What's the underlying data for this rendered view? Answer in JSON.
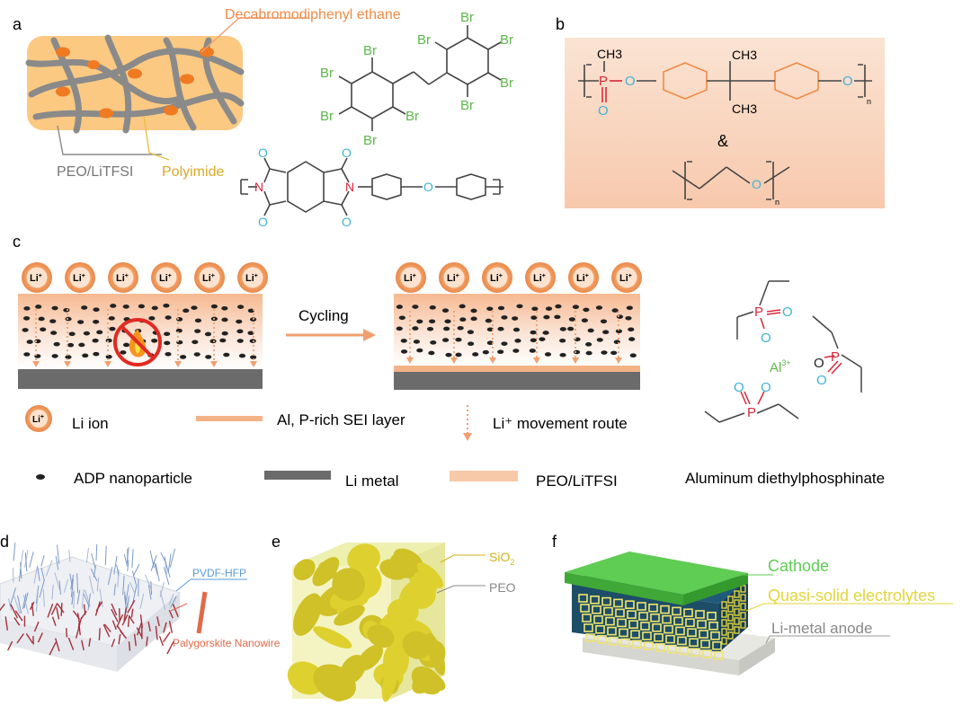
{
  "panel_a": {
    "letter": "a",
    "flame_retardant": "Decabromodiphenyl ethane",
    "electrolyte": "PEO/LiTFSI",
    "host": "Polyimide",
    "br": "Br",
    "o": "O",
    "n": "N"
  },
  "panel_b": {
    "letter": "b",
    "ch3": "CH3",
    "p": "P",
    "o": "O",
    "n_sub": "n",
    "amp": "&"
  },
  "panel_c": {
    "letter": "c",
    "li_label": "Li",
    "li_sup": "+",
    "cycling": "Cycling",
    "legend": {
      "li_ion": "Li ion",
      "sei": "Al, P-rich SEI layer",
      "route": "Li⁺ movement route",
      "adp": "ADP nanoparticle",
      "li_metal": "Li metal",
      "peo": "PEO/LiTFSI",
      "compound": "Aluminum diethylphosphinate"
    },
    "al": "Al",
    "al_sup": "3+",
    "p": "P",
    "o": "O"
  },
  "panel_d": {
    "letter": "d",
    "pvdf": "PVDF-HFP",
    "wire": "Palygorskite Nanowire"
  },
  "panel_e": {
    "letter": "e",
    "sio": "SiO",
    "sio_sub": "2",
    "peo": "PEO"
  },
  "panel_f": {
    "letter": "f",
    "cathode": "Cathode",
    "electrolyte": "Quasi-solid electrolytes",
    "anode": "Li-metal anode"
  },
  "colors": {
    "orange": "#f0a070",
    "br_green": "#5cb84a",
    "o_cyan": "#3fb3d6",
    "p_red": "#d8283a",
    "yellow": "#e3d53a",
    "green_cathode": "#5fcc54"
  }
}
